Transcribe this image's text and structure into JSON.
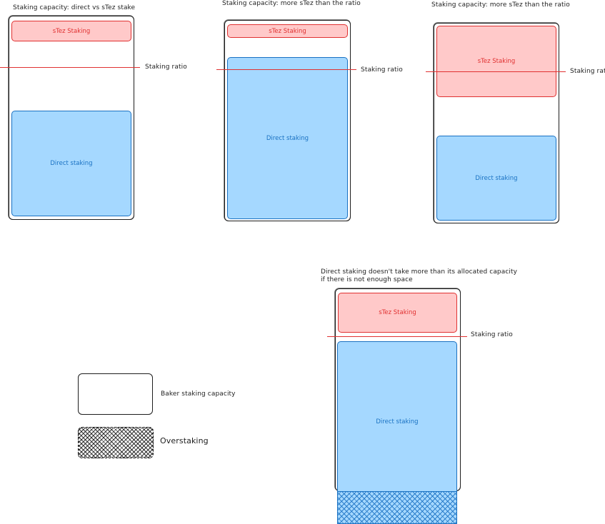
{
  "diagrams": [
    {
      "title": "Staking capacity: direct vs sTez stake",
      "stez_label": "sTez Staking",
      "direct_label": "Direct staking",
      "ratio_label": "Staking ratio"
    },
    {
      "title": "Staking capacity: more sTez than the ratio",
      "stez_label": "sTez Staking",
      "direct_label": "Direct staking",
      "ratio_label": "Staking ratio"
    },
    {
      "title": "Staking capacity: more sTez than the ratio",
      "stez_label": "sTez Staking",
      "direct_label": "Direct staking",
      "ratio_label": "Staking ratio"
    },
    {
      "title_line1": "Direct staking doesn't take more than its allocated capacity",
      "title_line2": "if there is not enough space",
      "stez_label": "sTez Staking",
      "direct_label": "Direct staking",
      "ratio_label": "Staking ratio"
    }
  ],
  "legend": {
    "capacity_label": "Baker staking capacity",
    "overstaking_label": "Overstaking"
  },
  "colors": {
    "stez_fill": "#ffc9c9",
    "stez_stroke": "#e03131",
    "direct_fill": "#a5d8ff",
    "direct_stroke": "#1971c2",
    "ratio_line": "#e03131",
    "outline": "#1e1e1e"
  }
}
